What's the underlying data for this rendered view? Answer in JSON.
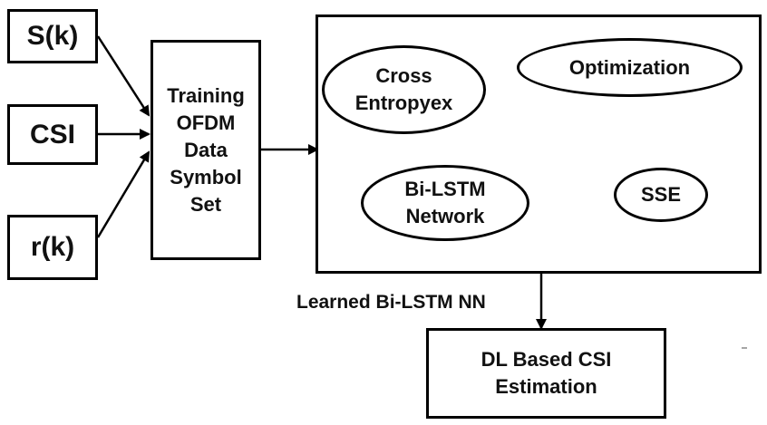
{
  "inputs": {
    "s": "S(k)",
    "csi": "CSI",
    "r": "r(k)"
  },
  "training_box": "Training\nOFDM\nData\nSymbol\nSet",
  "network_container": {
    "cross_entropy": "Cross\nEntropyex",
    "optimization": "Optimization",
    "bilstm": "Bi-LSTM\nNetwork",
    "sse": "SSE"
  },
  "edge_label": "Learned Bi-LSTM NN",
  "output_box": "DL Based CSI\nEstimation"
}
